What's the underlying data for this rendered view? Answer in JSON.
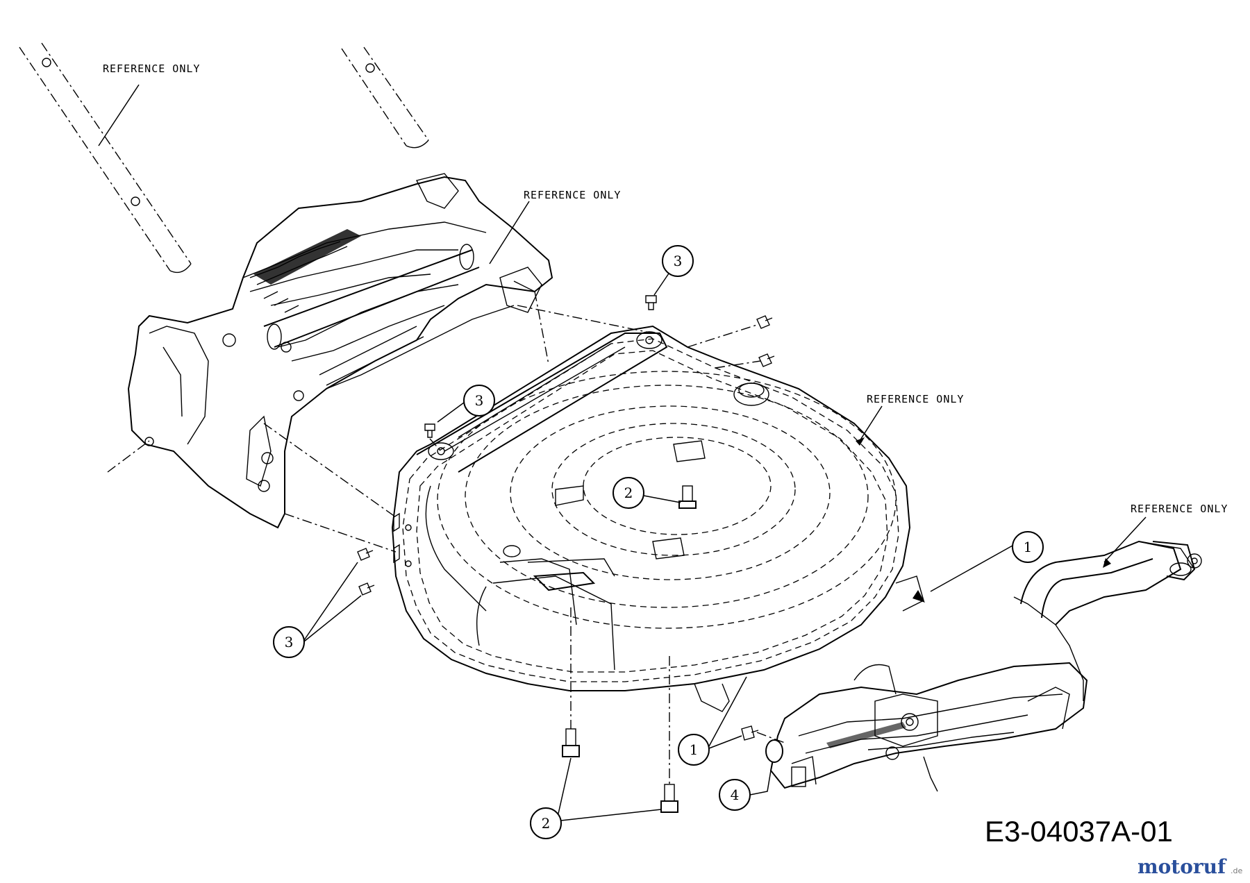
{
  "labels": {
    "ref_handle": "REFERENCE ONLY",
    "ref_housing": "REFERENCE ONLY",
    "ref_deck": "REFERENCE ONLY",
    "ref_rear_handle": "REFERENCE ONLY"
  },
  "callouts": {
    "c3_top": "3",
    "c3_mid": "3",
    "c3_left": "3",
    "c2_center": "2",
    "c2_bottom": "2",
    "c1_right": "1",
    "c1_bottom": "1",
    "c4_bottom": "4"
  },
  "drawing_code": "E3-04037A-01",
  "watermark": {
    "brand_main": "motoruf",
    "brand_suffix": ".de"
  },
  "colors": {
    "line": "#000000",
    "background": "#ffffff",
    "watermark_blue": "#2a4f9c",
    "watermark_orange": "#e8791e"
  }
}
